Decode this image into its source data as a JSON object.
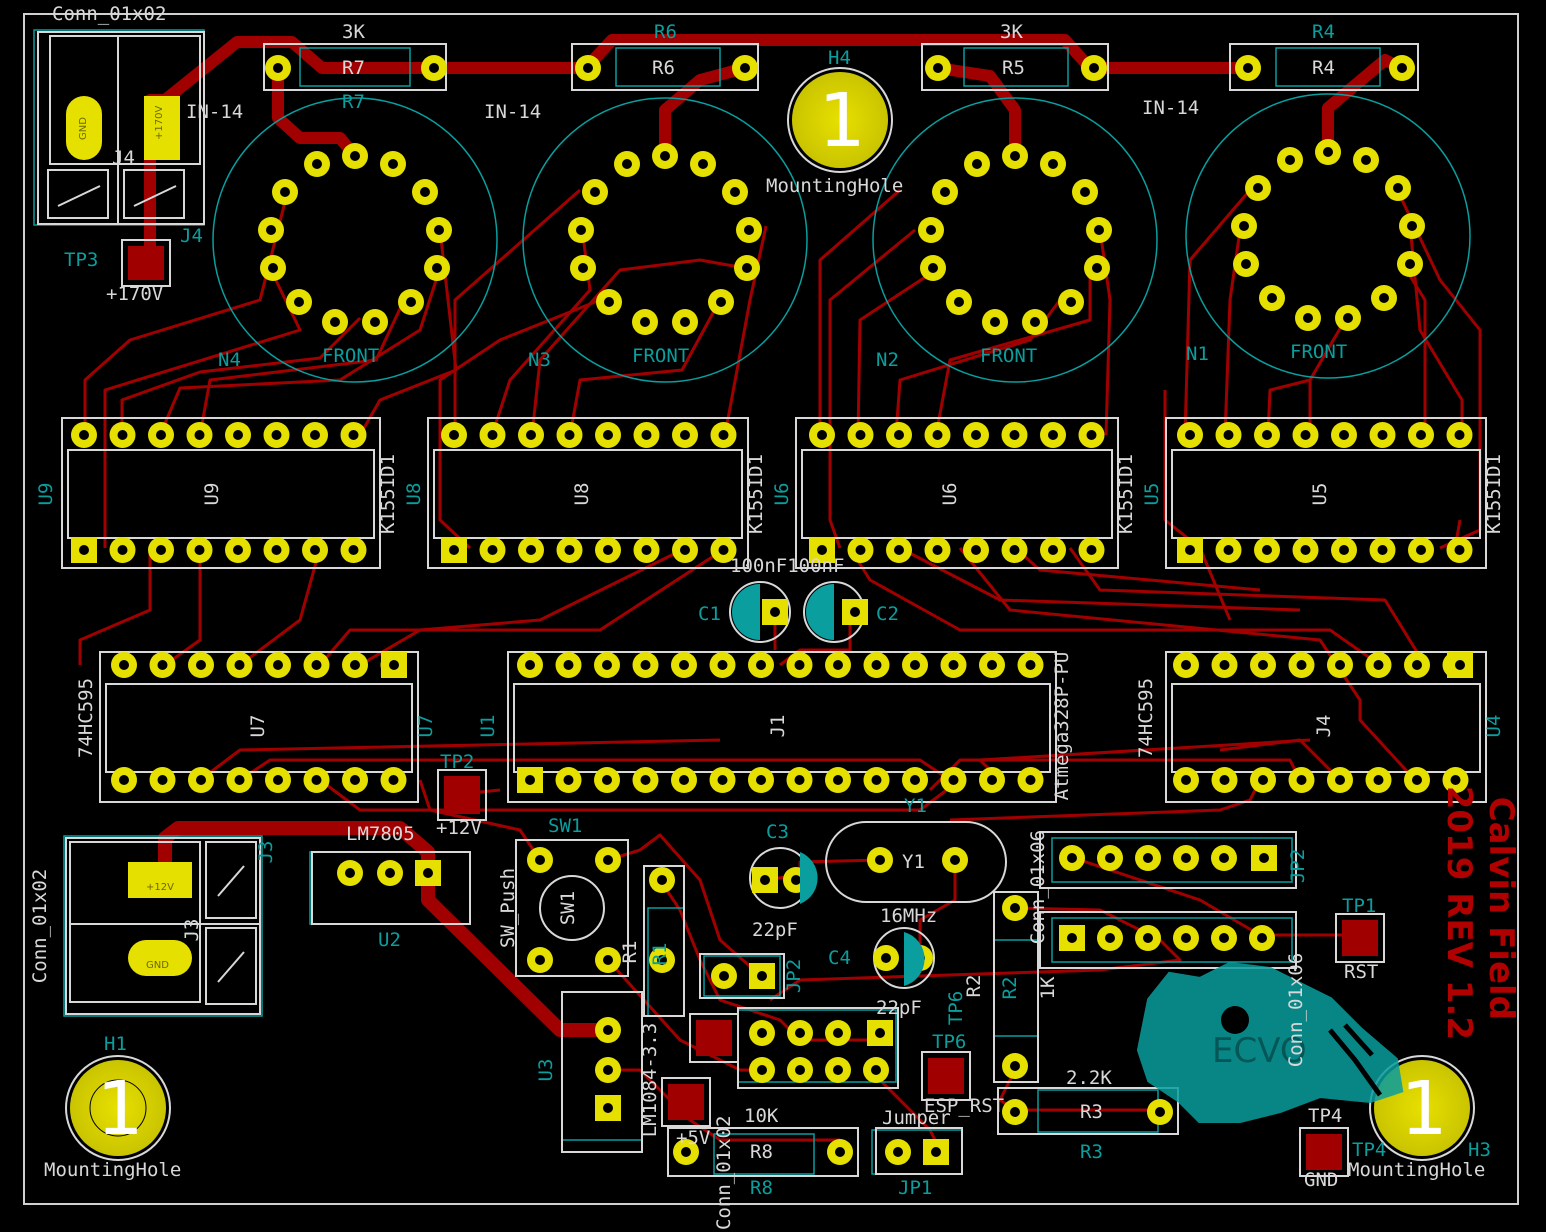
{
  "board": {
    "background": "#000000",
    "edge_color": "#d0d0d0",
    "track_color": "#a00000",
    "pad_color": "#e6e000",
    "silk_color": "#d8d8d8",
    "fab_color": "#0a9e9e",
    "credit_color": "#b00000"
  },
  "credit": {
    "line1": "Calvin Field",
    "line2": "2019 REV 1.2"
  },
  "labels": {
    "conn_top": "Conn_01x02",
    "conn_bottom": "Conn_01x02",
    "j4": "J4",
    "j3": "J3",
    "j1": "J1",
    "atmega": "Atmega328P-PU",
    "u1": "U1",
    "u2": "U2",
    "u3": "U3",
    "u4": "U4",
    "u5": "U5",
    "u6": "U6",
    "u7": "U7",
    "u8": "U8",
    "u9": "U9",
    "k155_u9": "K155ID1",
    "k155_u8": "K155ID1",
    "k155_u6": "K155ID1",
    "k155_u5": "K155ID1",
    "hc595_left": "74HC595",
    "hc595_right": "74HC595",
    "lm7805": "LM7805",
    "lm1084": "LM1084-3.3",
    "in14_a": "IN-14",
    "in14_b": "IN-14",
    "in14_c": "IN-14",
    "front_n4": "FRONT",
    "front_n3": "FRONT",
    "front_n2": "FRONT",
    "front_n1": "FRONT",
    "n4": "N4",
    "n3": "N3",
    "n2": "N2",
    "n1": "N1",
    "r7": "R7",
    "r6": "R6",
    "r5": "R5",
    "r4": "R4",
    "r3": "R3",
    "r2": "R2",
    "r1": "R1",
    "r8": "R8",
    "r7_val": "3K",
    "r5_val": "3K",
    "r3_val": "2.2K",
    "r8_val": "10K",
    "r2_val": "1K",
    "c1": "C1",
    "c2": "C2",
    "c3": "C3",
    "c4": "C4",
    "c12_val": "100nF100nF",
    "c3_val": "22pF",
    "c4_val": "22pF",
    "y1": "Y1",
    "y1_val": "16MHz",
    "sw1": "SW1",
    "sw_push": "SW_Push",
    "tp1": "TP1",
    "tp2": "TP2",
    "tp3": "TP3",
    "tp4": "TP4",
    "tp6": "TP6",
    "rst": "RST",
    "gnd": "GND",
    "v170": "+170V",
    "v12": "+12V",
    "v5": "+5V",
    "esp_rst": "ESP_RST",
    "jumper": "Jumper",
    "jp1": "JP1",
    "jp2": "JP2",
    "conn_01x06_a": "Conn_01x06",
    "conn_01x06_b": "Conn_01x06",
    "conn_01x02_c": "Conn_01x02",
    "mounting_hole": "MountingHole",
    "h1": "H1",
    "h3": "H3",
    "h4": "H4",
    "hole_num": "1",
    "pad_plus170": "+170V",
    "pad_plus12": "+12V",
    "pad_gnd": "GND",
    "mascot_text": "ECVO"
  }
}
